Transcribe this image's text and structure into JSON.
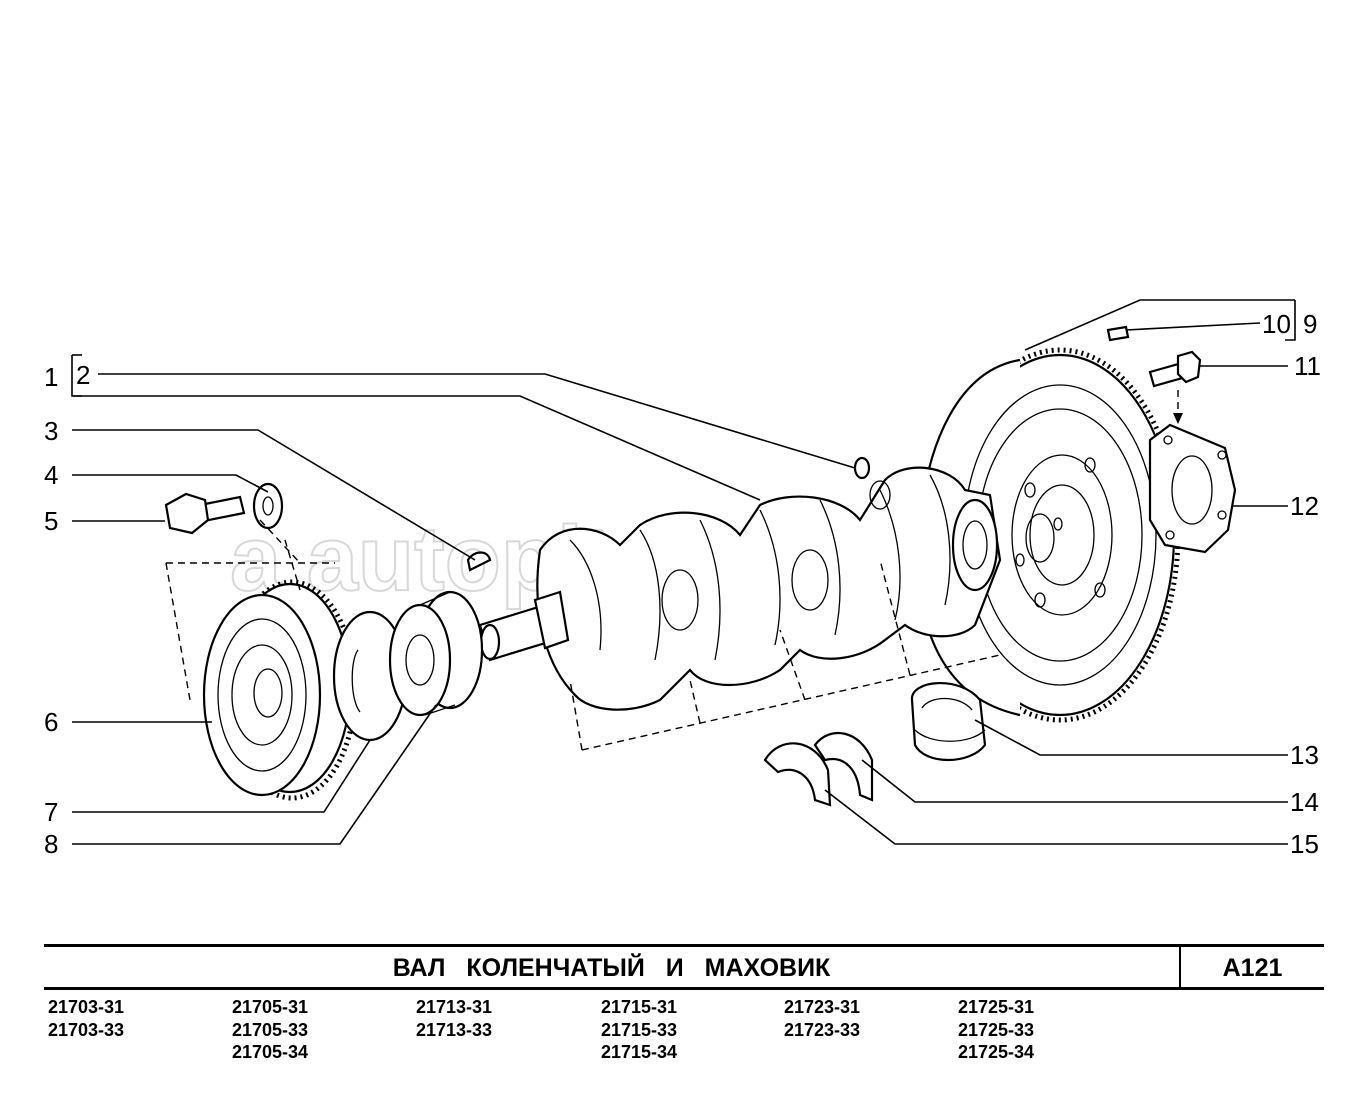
{
  "callouts": [
    "1",
    "2",
    "3",
    "4",
    "5",
    "6",
    "7",
    "8",
    "9",
    "10",
    "11",
    "12",
    "13",
    "14",
    "15"
  ],
  "title": "ВАЛ  КОЛЕНЧАТЫЙ  И  МАХОВИК",
  "code": "A121",
  "watermark": "a autopiter.ru",
  "models": [
    [
      "21703-31",
      "21703-33"
    ],
    [
      "21705-31",
      "21705-33",
      "21705-34"
    ],
    [
      "21713-31",
      "21713-33"
    ],
    [
      "21715-31",
      "21715-33",
      "21715-34"
    ],
    [
      "21723-31",
      "21723-33"
    ],
    [
      "21725-31",
      "21725-33",
      "21725-34"
    ]
  ]
}
